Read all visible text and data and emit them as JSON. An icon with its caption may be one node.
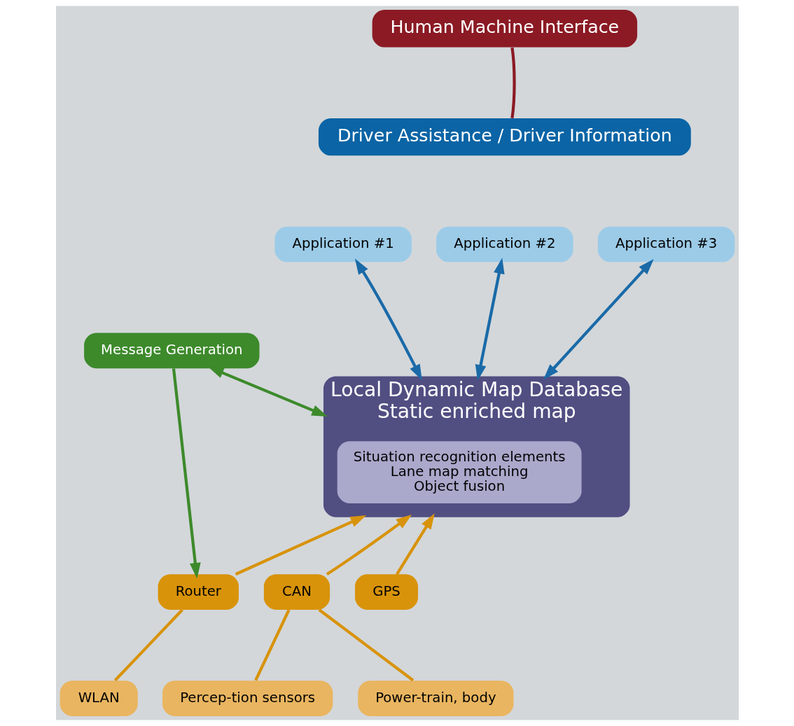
{
  "diagram": {
    "nodes": [
      {
        "text": [
          "Human Machine Interface"
        ]
      },
      {
        "text": [
          "Driver Assistance / Driver Information"
        ]
      },
      {
        "text": [
          "Application #1"
        ]
      },
      {
        "text": [
          "Application #2"
        ]
      },
      {
        "text": [
          "Application #3"
        ]
      },
      {
        "text": [
          "Message Generation"
        ]
      },
      {
        "text": [
          "Local Dynamic Map Database",
          "Static enriched map"
        ]
      },
      {
        "text": [
          "Situation recognition elements",
          "Lane map matching",
          "Object fusion"
        ],
        "in": 6
      },
      {
        "text": [
          "Router"
        ]
      },
      {
        "text": [
          "CAN"
        ]
      },
      {
        "text": [
          "GPS"
        ]
      },
      {
        "text": [
          "WLAN"
        ]
      },
      {
        "text": [
          "Percep-tion sensors"
        ]
      },
      {
        "text": [
          "Power-train, body"
        ]
      }
    ],
    "edges": [
      {
        "from": 0,
        "to": 1,
        "arrow": "none",
        "color": "#8b1a24"
      },
      {
        "from": 2,
        "to": 6,
        "arrow": "both",
        "color": "#1a6aa8"
      },
      {
        "from": 3,
        "to": 6,
        "arrow": "both",
        "color": "#1a6aa8"
      },
      {
        "from": 4,
        "to": 6,
        "arrow": "both",
        "color": "#1a6aa8"
      },
      {
        "from": 5,
        "to": 6,
        "arrow": "both",
        "color": "#3d8a2b"
      },
      {
        "from": 5,
        "to": 8,
        "arrow": "to",
        "color": "#3d8a2b"
      },
      {
        "from": 8,
        "to": 6,
        "arrow": "to",
        "color": "#d8930b"
      },
      {
        "from": 9,
        "to": 6,
        "arrow": "to",
        "color": "#d8930b"
      },
      {
        "from": 10,
        "to": 6,
        "arrow": "to",
        "color": "#d8930b"
      },
      {
        "from": 8,
        "to": 11,
        "arrow": "none",
        "color": "#d8930b"
      },
      {
        "from": 9,
        "to": 12,
        "arrow": "none",
        "color": "#d8930b"
      },
      {
        "from": 9,
        "to": 13,
        "arrow": "none",
        "color": "#d8930b"
      }
    ]
  }
}
